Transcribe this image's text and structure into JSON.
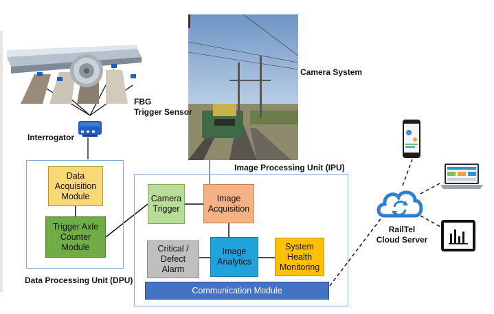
{
  "labels": {
    "camera_system": "Camera System",
    "fbg_trigger_sensor": "FBG\nTrigger Sensor",
    "interrogator": "Interrogator",
    "ipu_title": "Image Processing Unit (IPU)",
    "dpu_title": "Data Processing Unit (DPU)",
    "cloud_server": "RailTel\nCloud Server"
  },
  "modules": {
    "data_acquisition": "Data\nAcquisition\nModule",
    "trigger_axle_counter": "Trigger Axle\nCounter\nModule",
    "camera_trigger": "Camera\nTrigger",
    "image_acquisition": "Image\nAcquisition",
    "critical_defect_alarm": "Critical /\nDefect\nAlarm",
    "image_analytics": "Image\nAnalytics",
    "system_health_monitoring": "System\nHealth\nMonitoring",
    "communication_module": "Communication Module"
  },
  "colors": {
    "data_acquisition": "#f9d973",
    "trigger_axle_counter": "#70ad47",
    "camera_trigger": "#b9dd96",
    "image_acquisition": "#f4b183",
    "critical_defect_alarm": "#bfbfbf",
    "image_analytics": "#1fa3dc",
    "system_health_monitoring": "#ffc000",
    "communication_module": "#4472c4",
    "frame_border": "#8fa8cf",
    "cloud": "#2e7fd1"
  },
  "icons": {
    "track_sensor": "railway-track-with-wheel-and-fbg-sensors",
    "interrogator": "interrogator-device-icon",
    "camera_view": "railway-locomotive-photo",
    "phone": "smartphone-dashboard-icon",
    "laptop": "laptop-dashboard-icon",
    "tablet": "tablet-bar-chart-icon",
    "cloud": "cloud-sync-icon"
  }
}
